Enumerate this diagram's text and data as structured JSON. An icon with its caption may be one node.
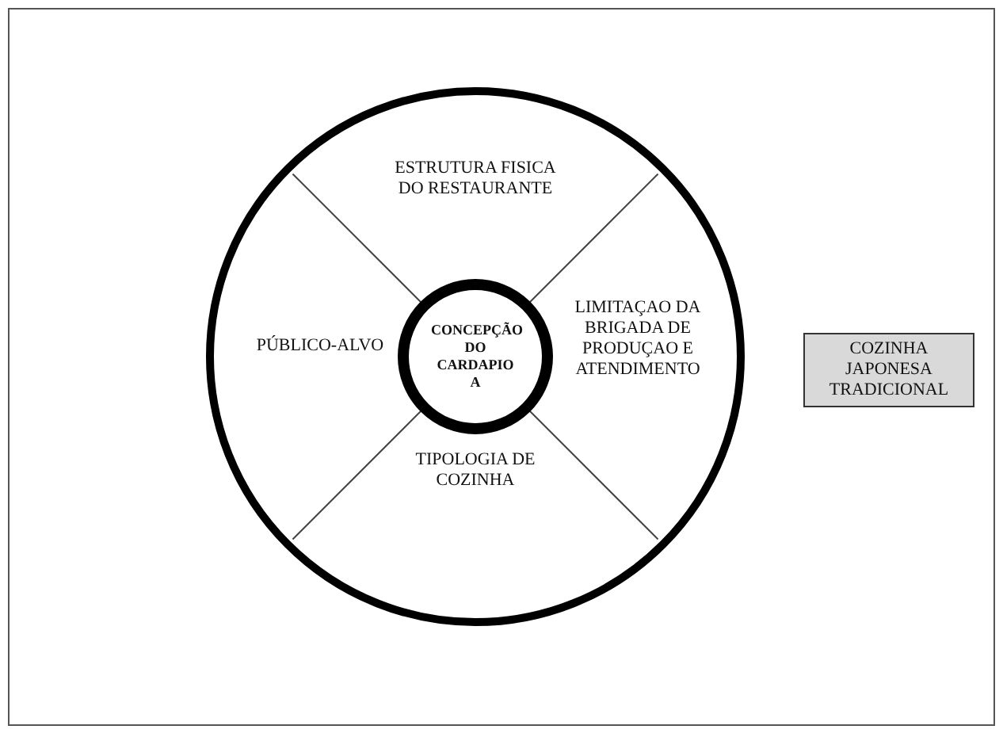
{
  "diagram": {
    "nodes": [
      {
        "text": [],
        "shape": "circle"
      },
      {
        "text": [
          "ESTRUTURA FISICA DO RESTAURANTE"
        ],
        "in": 0
      },
      {
        "text": [
          "PÚBLICO-ALVO"
        ],
        "in": 0
      },
      {
        "text": [
          "CONCEPÇÃO DO CARDAPIO A"
        ],
        "in": 0
      },
      {
        "text": [
          "LIMITAÇAO DA BRIGADA DE PRODUÇAO E ATENDIMENTO"
        ],
        "in": 0
      },
      {
        "text": [
          "TIPOLOGIA DE COZINHA"
        ],
        "in": 0
      },
      {
        "text": [
          "COZINHA JAPONESA TRADICIONAL"
        ]
      }
    ],
    "edges": []
  }
}
